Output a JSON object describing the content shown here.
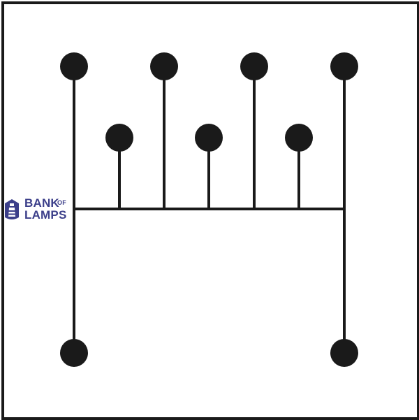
{
  "logo": {
    "line1": "BANK",
    "line1_suffix": "OF",
    "line2": "LAMPS",
    "color": "#3c3f8a"
  },
  "diagram": {
    "stroke_color": "#1a1a1a",
    "background": "#ffffff",
    "node_count": 9
  }
}
